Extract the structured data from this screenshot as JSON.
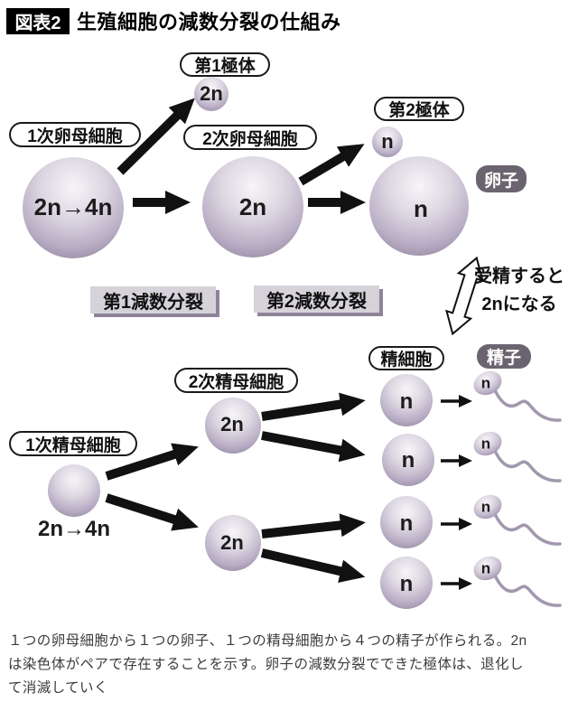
{
  "header": {
    "badge": "図表2",
    "title": "生殖細胞の減数分裂の仕組み"
  },
  "egg": {
    "polar1_label": "第1極体",
    "polar1_value": "2n",
    "oocyte1_label": "1次卵母細胞",
    "oocyte1_value": "2n→4n",
    "oocyte2_label": "2次卵母細胞",
    "oocyte2_value": "2n",
    "polar2_label": "第2極体",
    "polar2_value": "n",
    "ovum_label": "卵子",
    "ovum_value": "n",
    "stage1_label": "第1減数分裂",
    "stage2_label": "第2減数分裂",
    "fert_line1": "受精すると",
    "fert_line2": "2nになる"
  },
  "sperm": {
    "spermatocyte1_label": "1次精母細胞",
    "spermatocyte1_value": "2n→4n",
    "spermatocyte2_label": "2次精母細胞",
    "secondary_values": [
      "2n",
      "2n"
    ],
    "spermatid_label": "精細胞",
    "spermatid_values": [
      "n",
      "n",
      "n",
      "n"
    ],
    "sperm_label": "精子",
    "sperm_values": [
      "n",
      "n",
      "n",
      "n"
    ]
  },
  "caption": {
    "lines": [
      "１つの卵母細胞から１つの卵子、１つの精母細胞から４つの精子が作られる。2n",
      "は染色体がペアで存在することを示す。卵子の減数分裂でできた極体は、退化し",
      "て消滅していく"
    ]
  },
  "colors": {
    "sphere_highlight": "#f7f5f8",
    "sphere_edge": "#93879f",
    "dark_pill_bg": "#6b6470",
    "stage_box_bg": "#d6d2d9",
    "stage_box_shadow": "#8e8399",
    "arrow": "#111111",
    "sperm_tail": "#a298ae"
  }
}
